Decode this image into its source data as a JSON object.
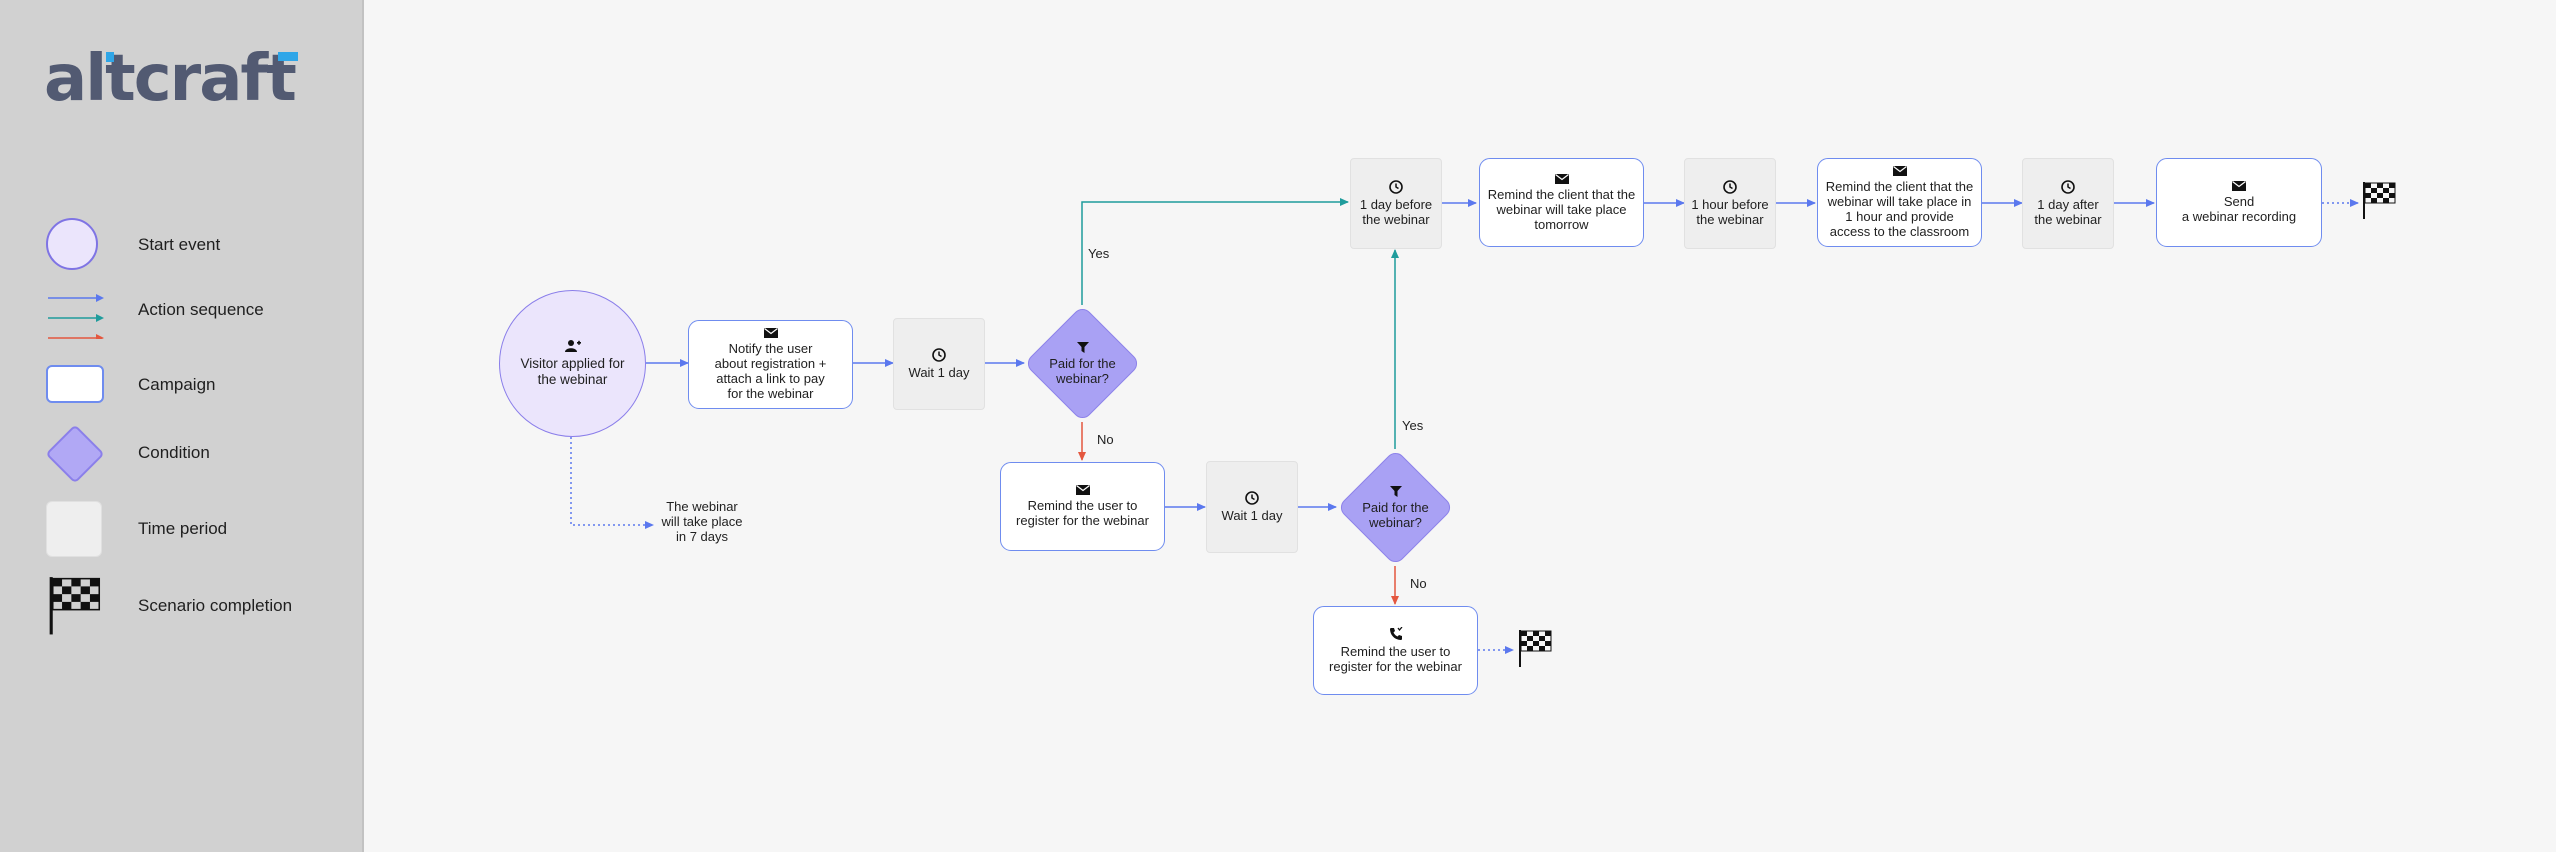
{
  "brand": {
    "logo_text": "altcraft",
    "logo_color": "#525a72",
    "accent": "#2fa6e8"
  },
  "legend": {
    "start_event": "Start event",
    "action_sequence": "Action sequence",
    "campaign": "Campaign",
    "condition": "Condition",
    "time_period": "Time period",
    "scenario_completion": "Scenario completion"
  },
  "flow": {
    "start": {
      "text": "Visitor applied for\nthe webinar",
      "icon": "add-user-icon"
    },
    "notify": {
      "text": "Notify the user\nabout registration +\nattach a link to pay\nfor the webinar",
      "icon": "envelope-icon"
    },
    "wait1": {
      "text": "Wait 1 day",
      "icon": "clock-icon"
    },
    "cond1": {
      "text": "Paid for the\nwebinar?",
      "icon": "filter-icon"
    },
    "remind_register": {
      "text": "Remind the user to\nregister for the webinar",
      "icon": "envelope-icon"
    },
    "wait2": {
      "text": "Wait 1 day",
      "icon": "clock-icon"
    },
    "cond2": {
      "text": "Paid for the\nwebinar?",
      "icon": "filter-icon"
    },
    "remind_call": {
      "text": "Remind the user to\nregister for the webinar",
      "icon": "phone-icon"
    },
    "day_before": {
      "text": "1 day before\nthe webinar",
      "icon": "clock-icon"
    },
    "remind_tomorrow": {
      "text": "Remind the client that the\nwebinar will take place\ntomorrow",
      "icon": "envelope-icon"
    },
    "hour_before": {
      "text": "1 hour before\nthe webinar",
      "icon": "clock-icon"
    },
    "remind_hour": {
      "text": "Remind the client that the\nwebinar will take place in\n1 hour and provide\naccess to the classroom",
      "icon": "envelope-icon"
    },
    "day_after": {
      "text": "1 day after\nthe webinar",
      "icon": "clock-icon"
    },
    "send_recording": {
      "text": "Send\na webinar recording",
      "icon": "envelope-icon"
    },
    "note": "The webinar\nwill take place\nin 7 days",
    "labels": {
      "yes_top": "Yes",
      "no_1": "No",
      "yes_2": "Yes",
      "no_2": "No"
    }
  },
  "colors": {
    "blue": "#5b78ee",
    "teal": "#1f9c9c",
    "red": "#e4573f",
    "dotted": "#5b78ee"
  }
}
